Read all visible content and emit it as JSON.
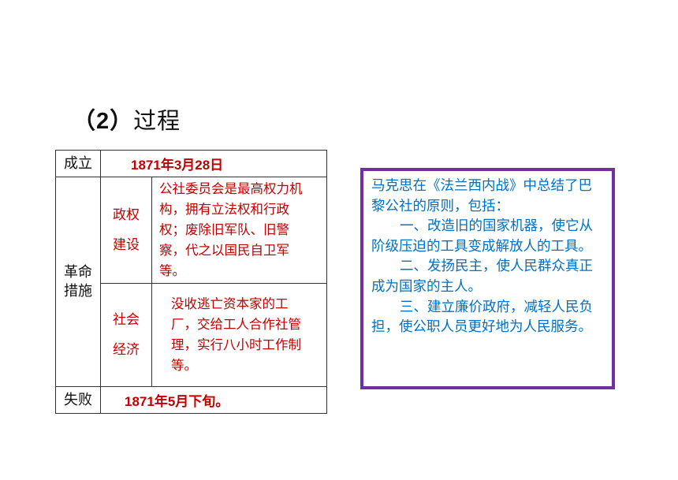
{
  "heading": {
    "num": "（2）",
    "text": "过程"
  },
  "table": {
    "founded_label": "成立",
    "founded_date": "1871年3月28日",
    "measures_label": "革命措施",
    "political": {
      "label": "政权建设",
      "text": "公社委员会是最高权力机构，拥有立法权和行政权；废除旧军队、旧警察，代之以国民自卫军等。"
    },
    "economic": {
      "label": "社会经济",
      "text": "没收逃亡资本家的工厂，交给工人合作社管理，实行八小时工作制等。"
    },
    "failure_label": "失败",
    "failure_date": "1871年5月下旬。"
  },
  "quote": {
    "intro": "马克思在《法兰西内战》中总结了巴黎公社的原则，包括：",
    "points": [
      "一、改造旧的国家机器，使它从阶级压迫的工具变成解放人的工具。",
      "二、发扬民主，使人民群众真正成为国家的主人。",
      "三、建立廉价政府，减轻人民负担，使公职人员更好地为人民服务。"
    ]
  },
  "colors": {
    "table_text": "#c00000",
    "quote_text": "#0070c0",
    "quote_border": "#7030a0"
  }
}
